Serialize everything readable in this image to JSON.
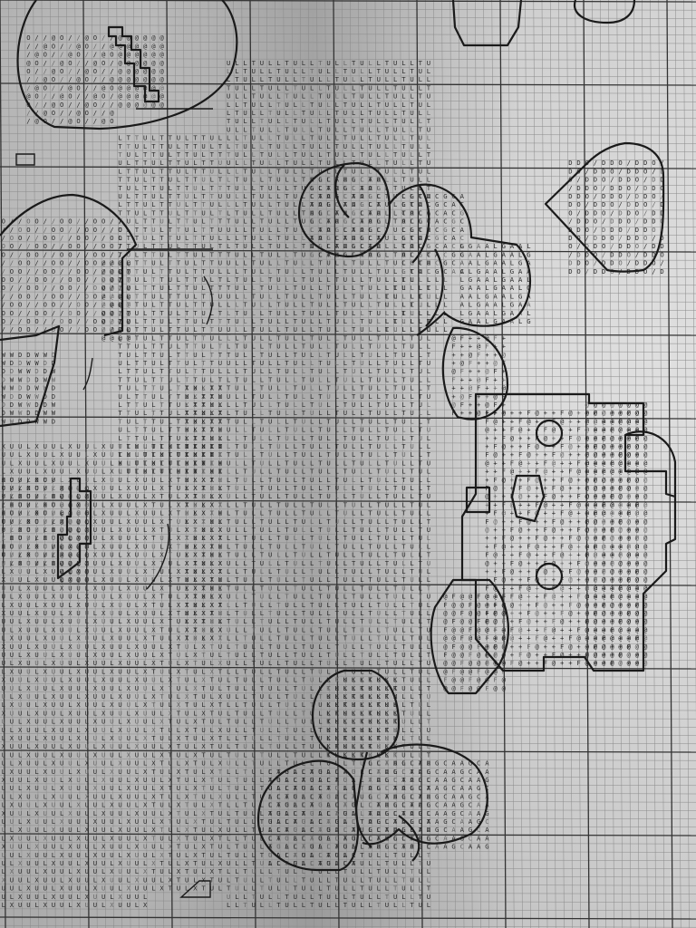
{
  "pattern": {
    "symbols": {
      "L": "L",
      "T": "T",
      "U": "U",
      "X": "X",
      "A": "A",
      "C": "C",
      "G": "G",
      "K": "K",
      "F": "F",
      "D": "D",
      "W": "W",
      "O": "O",
      "Q": "@",
      "P": "+",
      "S": "/"
    }
  }
}
